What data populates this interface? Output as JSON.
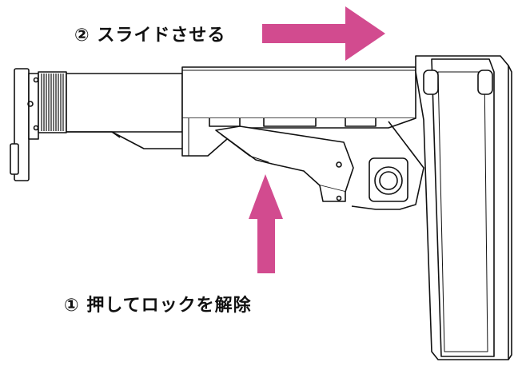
{
  "steps": [
    {
      "number": "②",
      "text": "スライドさせる"
    },
    {
      "number": "①",
      "text": "押してロックを解除"
    }
  ],
  "colors": {
    "arrow": "#d24b8f",
    "outline": "#111111",
    "background": "#ffffff"
  },
  "icons": {
    "slide_arrow": "arrow-right-icon",
    "press_arrow": "arrow-up-icon"
  }
}
